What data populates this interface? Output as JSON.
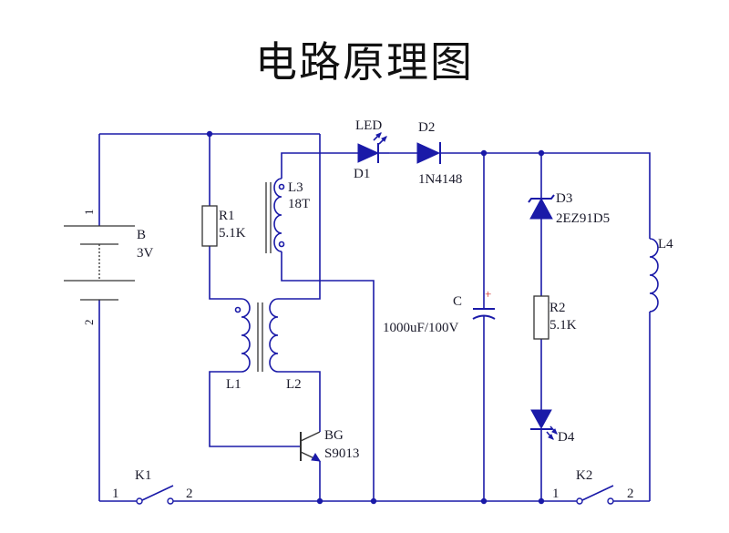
{
  "title": "电路原理图",
  "components": {
    "battery": {
      "ref": "B",
      "value": "3V",
      "pin1": "1",
      "pin2": "2"
    },
    "r1": {
      "ref": "R1",
      "value": "5.1K"
    },
    "l3": {
      "ref": "L3",
      "value": "18T"
    },
    "l1": {
      "ref": "L1"
    },
    "l2": {
      "ref": "L2"
    },
    "bg": {
      "ref": "BG",
      "value": "S9013"
    },
    "k1": {
      "ref": "K1",
      "pin1": "1",
      "pin2": "2"
    },
    "led": {
      "label": "LED",
      "ref": "D1"
    },
    "d2": {
      "ref": "D2",
      "value": "1N4148"
    },
    "c": {
      "ref": "C",
      "value": "1000uF/100V",
      "polarity": "+"
    },
    "d3": {
      "ref": "D3",
      "value": "2EZ91D5"
    },
    "r2": {
      "ref": "R2",
      "value": "5.1K"
    },
    "d4": {
      "ref": "D4"
    },
    "l4": {
      "ref": "L4"
    },
    "k2": {
      "ref": "K2",
      "pin1": "1",
      "pin2": "2"
    }
  },
  "colors": {
    "wire": "#1a1aa8",
    "component": "#333333",
    "text": "#1a1a2a"
  }
}
